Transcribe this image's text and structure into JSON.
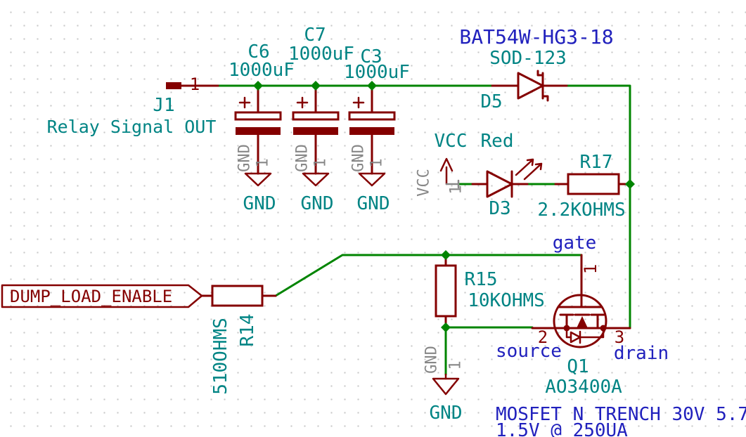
{
  "schematic": {
    "colors": {
      "wire_green": "#008400",
      "device_maroon": "#840000",
      "reference_teal": "#008484",
      "label_blue": "#2121bd",
      "hidden_pin_gray": "#878787",
      "background": "#ffffff",
      "grid_dot": "#c9c9c9"
    },
    "connector_j1": {
      "reference": "J1",
      "value": "Relay Signal OUT",
      "pin_number": "1"
    },
    "capacitors": [
      {
        "reference": "C6",
        "value": "1000uF"
      },
      {
        "reference": "C7",
        "value": "1000uF"
      },
      {
        "reference": "C3",
        "value": "1000uF"
      }
    ],
    "gnd": {
      "label": "GND",
      "pin_name": "GND",
      "pin_number": "1"
    },
    "vcc": {
      "label": "VCC",
      "pin_name": "VCC",
      "pin_number": "1"
    },
    "diode_d5": {
      "part_number": "BAT54W-HG3-18",
      "footprint": "SOD-123",
      "reference": "D5"
    },
    "led_d3": {
      "reference": "D3",
      "value": "Red"
    },
    "resistor_r17": {
      "reference": "R17",
      "value": "2.2KOHMS"
    },
    "dump_load_label": "DUMP_LOAD_ENABLE",
    "resistor_r14": {
      "reference": "R14",
      "value": "510OHMS"
    },
    "resistor_r15": {
      "reference": "R15",
      "value": "10KOHMS"
    },
    "mosfet_q1": {
      "reference": "Q1",
      "value": "AO3400A",
      "description_line1": "MOSFET N TRENCH 30V 5.7",
      "description_line2": "1.5V @ 250UA",
      "gate_name": "gate",
      "gate_number": "1",
      "source_name": "source",
      "source_number": "2",
      "drain_name": "drain",
      "drain_number": "3"
    }
  }
}
